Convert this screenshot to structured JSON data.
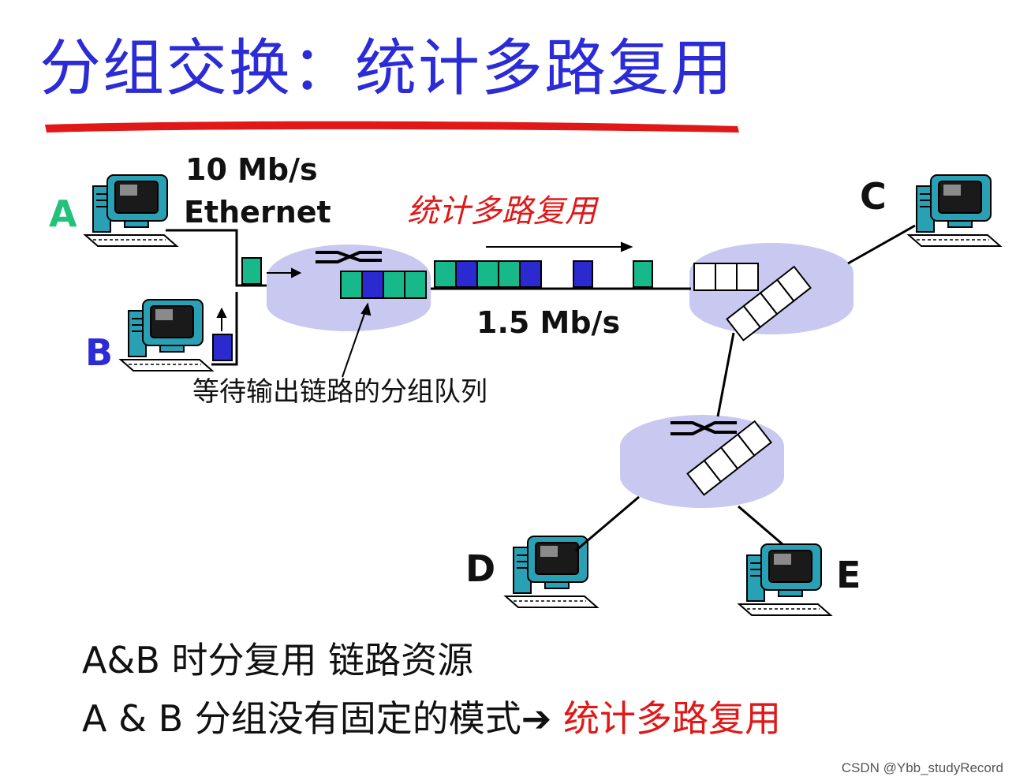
{
  "title": "分组交换：统计多路复用",
  "link_labels": {
    "ethernet_speed": "10 Mb/s",
    "ethernet_type": "Ethernet",
    "trunk_speed": "1.5 Mb/s"
  },
  "mux_label": "统计多路复用",
  "queue_label": "等待输出链路的分组队列",
  "hosts": [
    "A",
    "B",
    "C",
    "D",
    "E"
  ],
  "bottom_lines": [
    {
      "prefix": "A&B",
      "text": "时分复用 链路资源",
      "highlight": ""
    },
    {
      "prefix": "A & B",
      "text": "分组没有固定的模式",
      "arrow": "➔",
      "highlight": "统计多路复用"
    }
  ],
  "watermark": "CSDN @Ybb_studyRecord",
  "colors": {
    "title": "#2b2bd8",
    "underline": "#e01818",
    "packet_a": "#17b889",
    "packet_b": "#2a2ad0",
    "router": "#c8c8f0",
    "highlight": "#e01818"
  },
  "icons": [
    "computer-icon",
    "router-switch-icon",
    "arrow-right-icon",
    "arrow-up-icon"
  ]
}
